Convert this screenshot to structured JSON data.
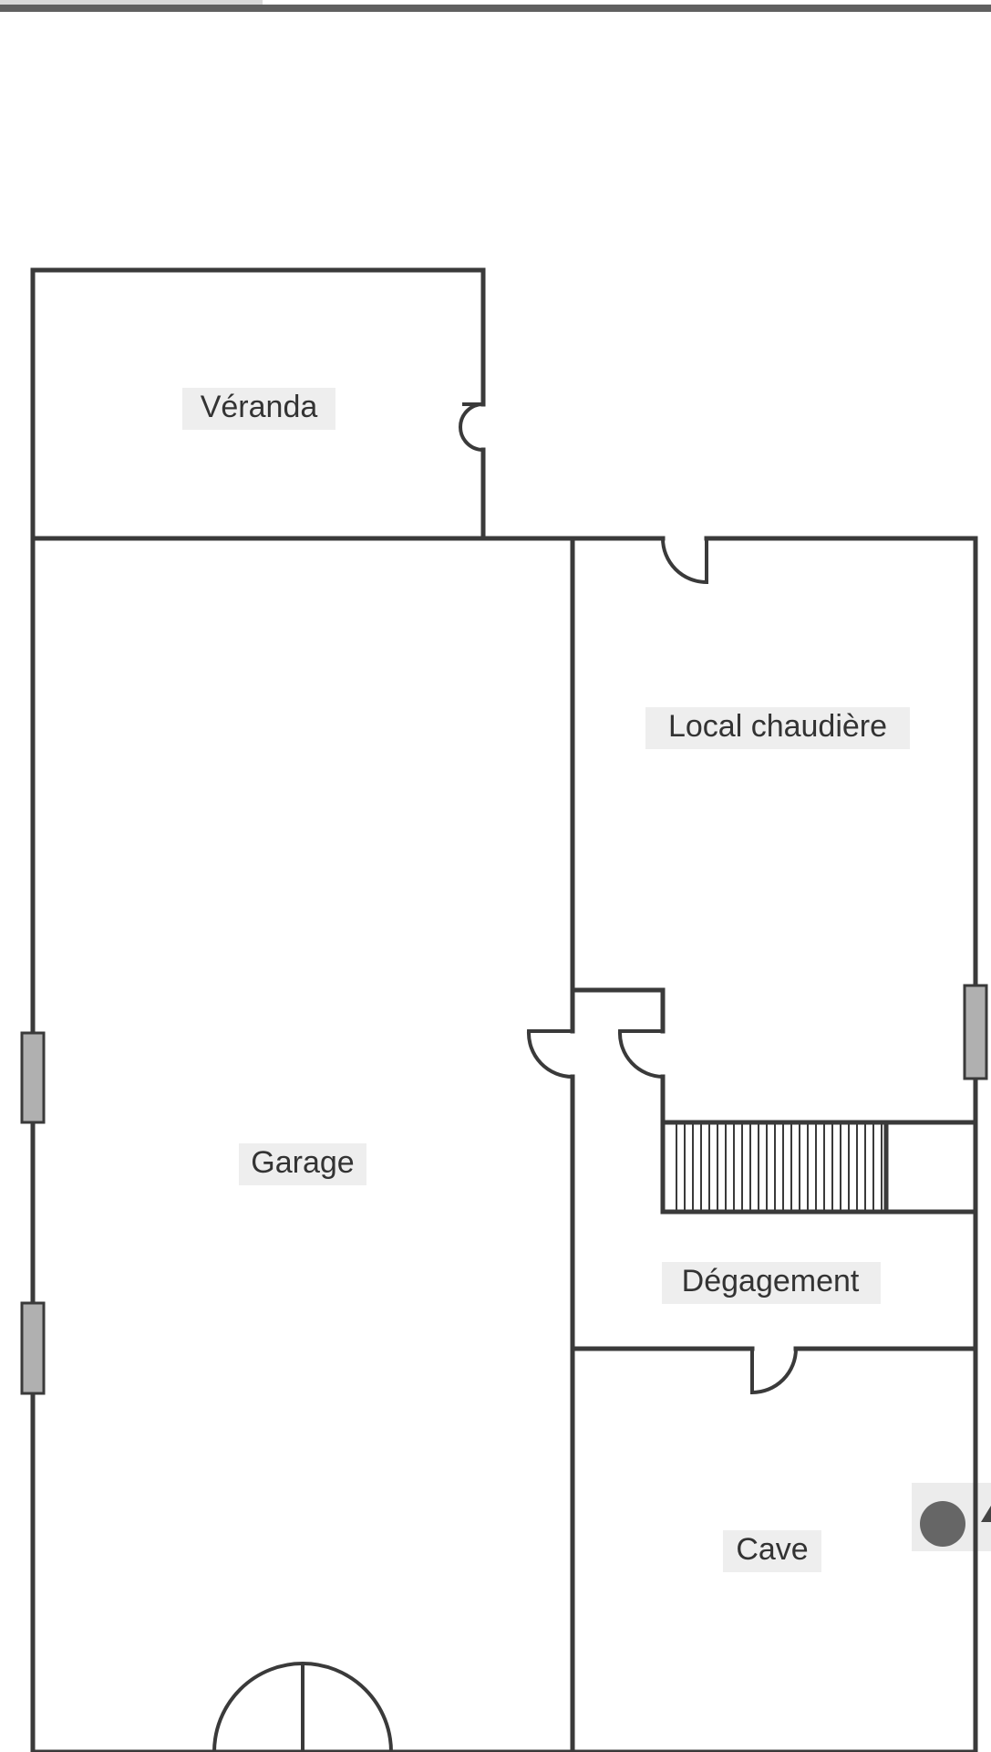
{
  "plan": {
    "rooms": [
      {
        "id": "veranda",
        "label": "Véranda"
      },
      {
        "id": "local-chaudiere",
        "label": "Local chaudière"
      },
      {
        "id": "garage",
        "label": "Garage"
      },
      {
        "id": "degagement",
        "label": "Dégagement"
      },
      {
        "id": "cave",
        "label": "Cave"
      }
    ],
    "colors": {
      "wall": "#3a3a3a",
      "window": "#b0b0b0",
      "background": "#ffffff",
      "marker": "#666666"
    }
  }
}
